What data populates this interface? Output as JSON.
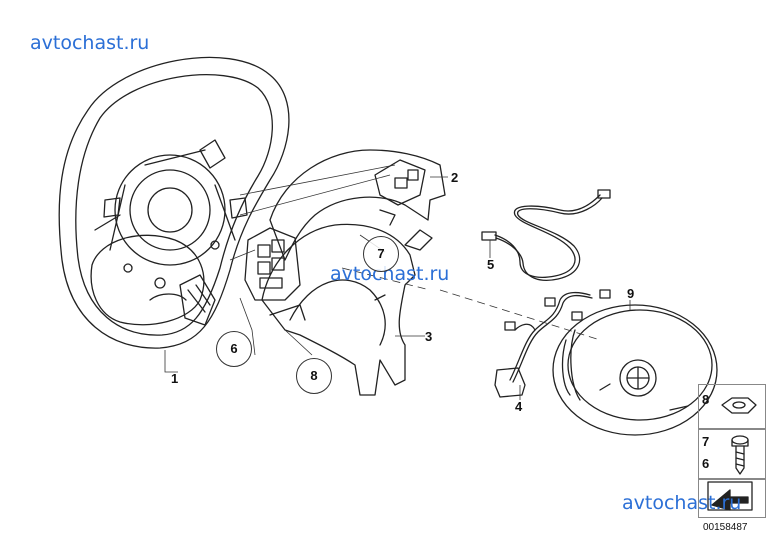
{
  "watermarks": [
    "avtochast.ru",
    "avtochast.ru",
    "avtochast.ru"
  ],
  "part_labels": [
    "1",
    "2",
    "3",
    "4",
    "5",
    "9"
  ],
  "circled_labels": [
    "6",
    "7",
    "8"
  ],
  "sidebar": {
    "items": [
      "8",
      "7",
      "6"
    ]
  },
  "reference_number": "00158487"
}
